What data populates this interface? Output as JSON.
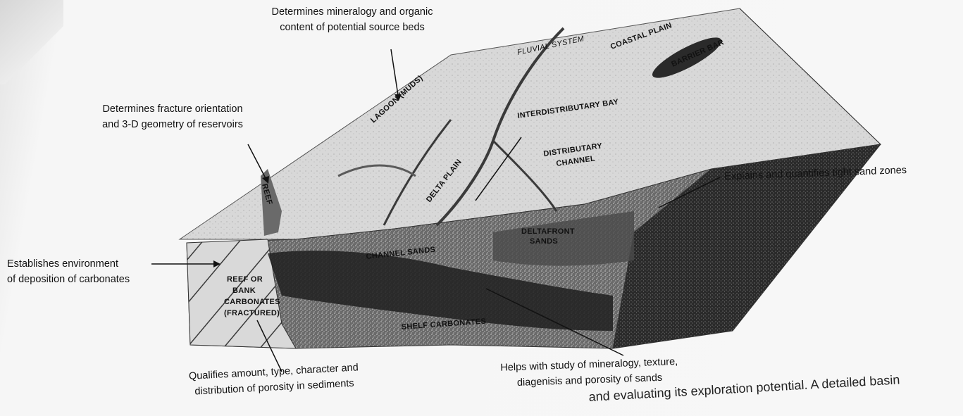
{
  "callouts": {
    "source_beds": [
      "Determines mineralogy and organic",
      "content of potential source beds"
    ],
    "fracture": [
      "Determines fracture orientation",
      "and 3-D geometry of reservoirs"
    ],
    "tight_sand": "Explains and quantifies  tight sand zones",
    "environment": [
      "Establishes environment",
      "of deposition of carbonates"
    ],
    "porosity_qual": [
      "Qualifies amount, type, character and",
      "distribution of porosity in sediments"
    ],
    "sands_study": [
      "Helps with study of mineralogy, texture,",
      "diagenisis and porosity of sands"
    ]
  },
  "diagram_labels": {
    "fluvial_system": "FLUVIAL SYSTEM",
    "coastal_plain": "COASTAL PLAIN",
    "barrier_bar": "BARRIER BAR",
    "lagoon": "LAGOON (MUDS)",
    "interdistributary_bay": "INTERDISTRIBUTARY BAY",
    "distributary_channel_1": "DISTRIBUTARY",
    "distributary_channel_2": "CHANNEL",
    "delta_plain": "DELTA PLAIN",
    "reef": "REEF",
    "reef_carbonates": [
      "REEF OR",
      "BANK",
      "CARBONATES",
      "(FRACTURED)"
    ],
    "shelf_carbonates": "SHELF CARBONATES",
    "deltafront_sands": [
      "DELTAFRONT",
      "SANDS"
    ],
    "channel_sands": "CHANNEL SANDS"
  },
  "bottom_text": "and evaluating its exploration potential. A detailed basin"
}
